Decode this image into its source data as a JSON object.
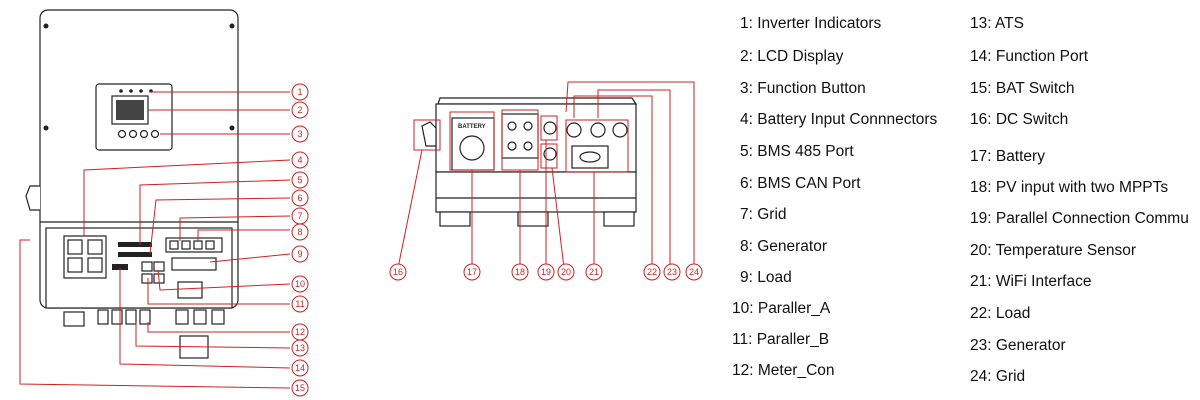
{
  "colors": {
    "callout": "#d22020",
    "outline": "#222222",
    "text": "#111111"
  },
  "front_view": {
    "callouts": [
      "1",
      "2",
      "3",
      "4",
      "5",
      "6",
      "7",
      "8",
      "9",
      "10",
      "11",
      "12",
      "13",
      "14",
      "15"
    ]
  },
  "bottom_view": {
    "battery_label": "BATTERY",
    "callouts": [
      "16",
      "17",
      "18",
      "19",
      "20",
      "21",
      "22",
      "23",
      "24"
    ]
  },
  "legend": {
    "items": [
      "1: Inverter Indicators",
      "2: LCD Display",
      "3: Function Button",
      "4: Battery Input Connnectors",
      "5: BMS 485 Port",
      "6: BMS CAN Port",
      "7: Grid",
      "8: Generator",
      "9: Load",
      "10: Paraller_A",
      "11: Paraller_B",
      "12: Meter_Con",
      "13: ATS",
      "14: Function Port",
      "15: BAT Switch",
      "16: DC Switch",
      "17: Battery",
      "18: PV input with two MPPTs",
      "19: Parallel Connection Commu",
      "20: Temperature Sensor",
      "21: WiFi Interface",
      "22: Load",
      "23: Generator",
      "24: Grid"
    ]
  }
}
